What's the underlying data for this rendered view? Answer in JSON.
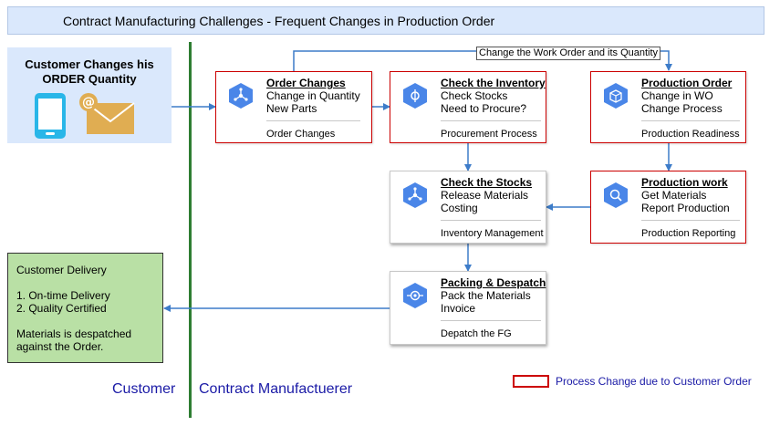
{
  "title": "Contract Manufacturing Challenges - Frequent Changes in Production Order",
  "customer_panel": {
    "title_line1": "Customer Changes his",
    "title_line2": "ORDER Quantity"
  },
  "edge_label": "Change the Work Order and its Quantity",
  "nodes": {
    "order_changes": {
      "title": "Order Changes",
      "line1": "Change in Quantity",
      "line2": "New Parts",
      "footer": "Order Changes"
    },
    "check_inventory": {
      "title": "Check the Inventory",
      "line1": "Check Stocks",
      "line2": "Need to Procure?",
      "footer": "Procurement Process"
    },
    "production_order": {
      "title": "Production Order",
      "line1": "Change in WO",
      "line2": "Change Process",
      "footer": "Production Readiness"
    },
    "check_stocks": {
      "title": "Check the Stocks",
      "line1": "Release Materials",
      "line2": "Costing",
      "footer": "Inventory Management"
    },
    "production_work": {
      "title": "Production work",
      "line1": "Get Materials",
      "line2": "Report Production",
      "footer": "Production Reporting"
    },
    "packing": {
      "title": "Packing & Despatch",
      "line1": "Pack the Materials",
      "line2": "Invoice",
      "footer": "Depatch the FG"
    }
  },
  "delivery": {
    "heading": "Customer Delivery",
    "item1": "1. On-time Delivery",
    "item2": "2. Quality Certified",
    "note_line1": "Materials is despatched",
    "note_line2": "against the Order."
  },
  "labels": {
    "customer": "Customer",
    "manufacturer": "Contract Manufactuerer"
  },
  "legend": {
    "text": "Process Change due to Customer Order"
  },
  "colors": {
    "title_bg": "#dae8fc",
    "process_change_border": "#cc0000",
    "arrow": "#3d7cc9",
    "divider": "#2e7d32",
    "delivery_bg": "#b9e0a5",
    "hex_icon": "#4a86e8"
  }
}
